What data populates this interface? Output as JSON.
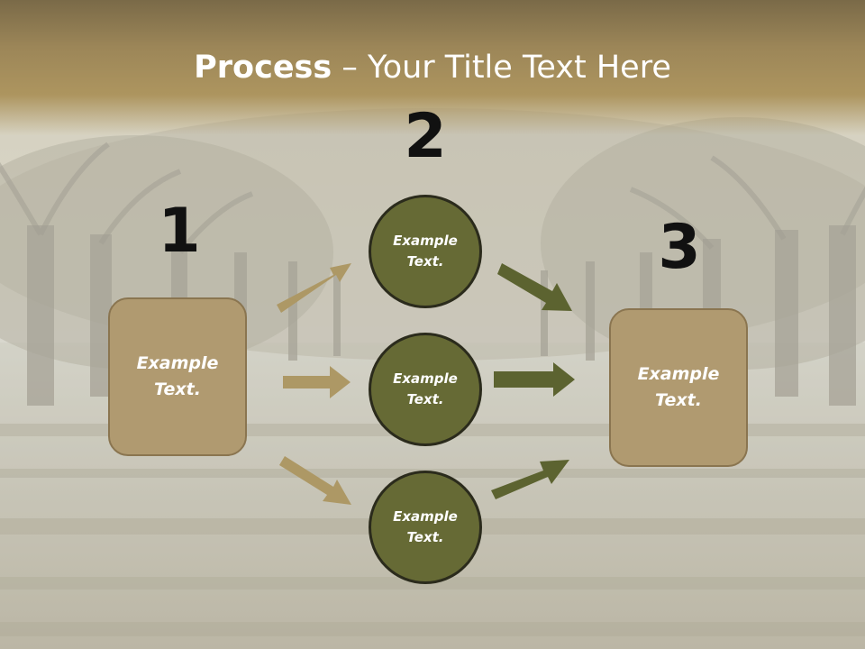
{
  "title": {
    "bold": "Process",
    "rest": " – Your Title Text Here"
  },
  "steps": {
    "one": {
      "number": "1",
      "text": "Example Text."
    },
    "two": {
      "number": "2"
    },
    "three": {
      "number": "3",
      "text": "Example Text."
    }
  },
  "circles": [
    {
      "text": "Example Text."
    },
    {
      "text": "Example Text."
    },
    {
      "text": "Example Text."
    }
  ],
  "colors": {
    "title_band": "#a48d5c",
    "box_fill": "#b09a70",
    "box_border": "#8a7550",
    "circle_fill": "#666a35",
    "circle_border": "#2b2b1c",
    "arrow_tan": "#ad9865",
    "arrow_olive": "#5c6330",
    "number": "#111111"
  },
  "icons": {
    "arrow": "right-arrow-icon"
  }
}
